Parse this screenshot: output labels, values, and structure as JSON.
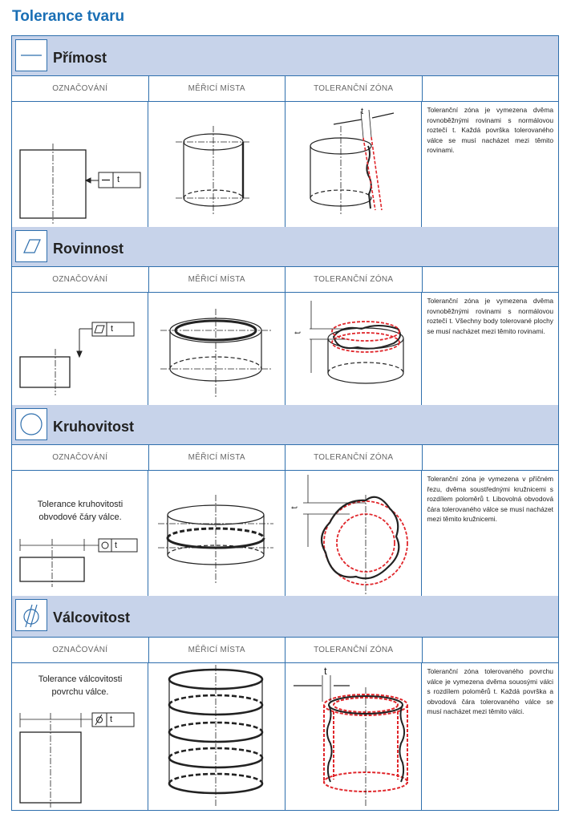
{
  "page_title": "Tolerance tvaru",
  "column_headers": [
    "OZNAČOVÁNÍ",
    "MĚŘICÍ MÍSTA",
    "TOLERANČNÍ ZÓNA",
    ""
  ],
  "tolerance_symbol": "t",
  "sections": [
    {
      "name": "Přímost",
      "description": "Toleranční zóna je vymezena dvěma rovnoběžnými rovinami s normálovou roztečí t. Každá površka tolerovaného válce se musí nacházet mezi těmito rovinami."
    },
    {
      "name": "Rovinnost",
      "description": "Toleranční zóna je vymezena dvěma rovnoběžnými rovinami s normálovou roztečí t. Všechny body tolerované plochy se musí nacházet mezi těmito rovinami."
    },
    {
      "name": "Kruhovitost",
      "label": "Tolerance kruhovitosti obvodové čáry válce.",
      "description": "Toleranční zóna je vymezena v příčném řezu, dvěma soustřednými kružnicemi s rozdílem poloměrů t. Libovolná obvodová čára tolerovaného válce se musí nacházet mezi těmito kružnicemi."
    },
    {
      "name": "Válcovitost",
      "label": "Tolerance válcovitosti povrchu válce.",
      "description": "Toleranční zóna tolerovaného povrchu válce je vymezena dvěma souosými válci s rozdílem poloměrů t. Každá površka a obvodová čára tolerovaného válce se musí nacházet mezi těmito válci."
    }
  ]
}
